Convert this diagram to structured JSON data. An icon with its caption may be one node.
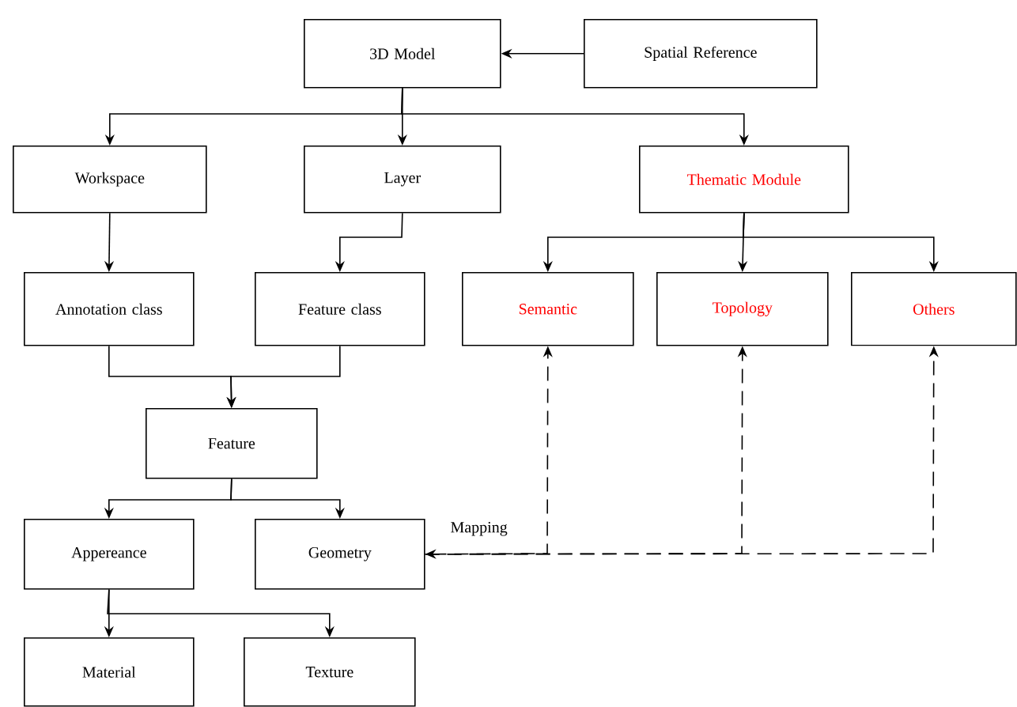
{
  "diagram": {
    "nodes": [
      {
        "text": [
          "3D Model"
        ]
      },
      {
        "text": [
          "Spatial Reference"
        ]
      },
      {
        "text": [
          "Workspace"
        ]
      },
      {
        "text": [
          "Layer"
        ]
      },
      {
        "text": [
          "Thematic Module"
        ]
      },
      {
        "text": [
          "Annotation class"
        ]
      },
      {
        "text": [
          "Feature class"
        ]
      },
      {
        "text": [
          "Semantic"
        ]
      },
      {
        "text": [
          "Topology"
        ]
      },
      {
        "text": [
          "Others"
        ]
      },
      {
        "text": [
          "Feature"
        ]
      },
      {
        "text": [
          "Appereance"
        ]
      },
      {
        "text": [
          "Geometry"
        ]
      },
      {
        "text": [
          "Material"
        ]
      },
      {
        "text": [
          "Texture"
        ]
      }
    ],
    "edges": [
      {
        "from": 1,
        "to": 0,
        "arrow": "to"
      },
      {
        "from": 0,
        "to": 2,
        "arrow": "to"
      },
      {
        "from": 0,
        "to": 3,
        "arrow": "to"
      },
      {
        "from": 0,
        "to": 4,
        "arrow": "to"
      },
      {
        "from": 2,
        "to": 5,
        "arrow": "to"
      },
      {
        "from": 3,
        "to": 6,
        "arrow": "to"
      },
      {
        "from": 4,
        "to": 7,
        "arrow": "to"
      },
      {
        "from": 4,
        "to": 8,
        "arrow": "to"
      },
      {
        "from": 4,
        "to": 9,
        "arrow": "to"
      },
      {
        "from": 5,
        "to": 10,
        "arrow": "to"
      },
      {
        "from": 6,
        "to": 10,
        "arrow": "to"
      },
      {
        "from": 10,
        "to": 11,
        "arrow": "to"
      },
      {
        "from": 10,
        "to": 12,
        "arrow": "to"
      },
      {
        "from": 11,
        "to": 13,
        "arrow": "to"
      },
      {
        "from": 11,
        "to": 14,
        "arrow": "to"
      },
      {
        "from": 12,
        "to": 7,
        "arrow": "both",
        "style": "dashed",
        "label": "Mapping"
      },
      {
        "from": 12,
        "to": 8,
        "arrow": "to",
        "style": "dashed"
      },
      {
        "from": 12,
        "to": 9,
        "arrow": "to",
        "style": "dashed"
      }
    ]
  }
}
